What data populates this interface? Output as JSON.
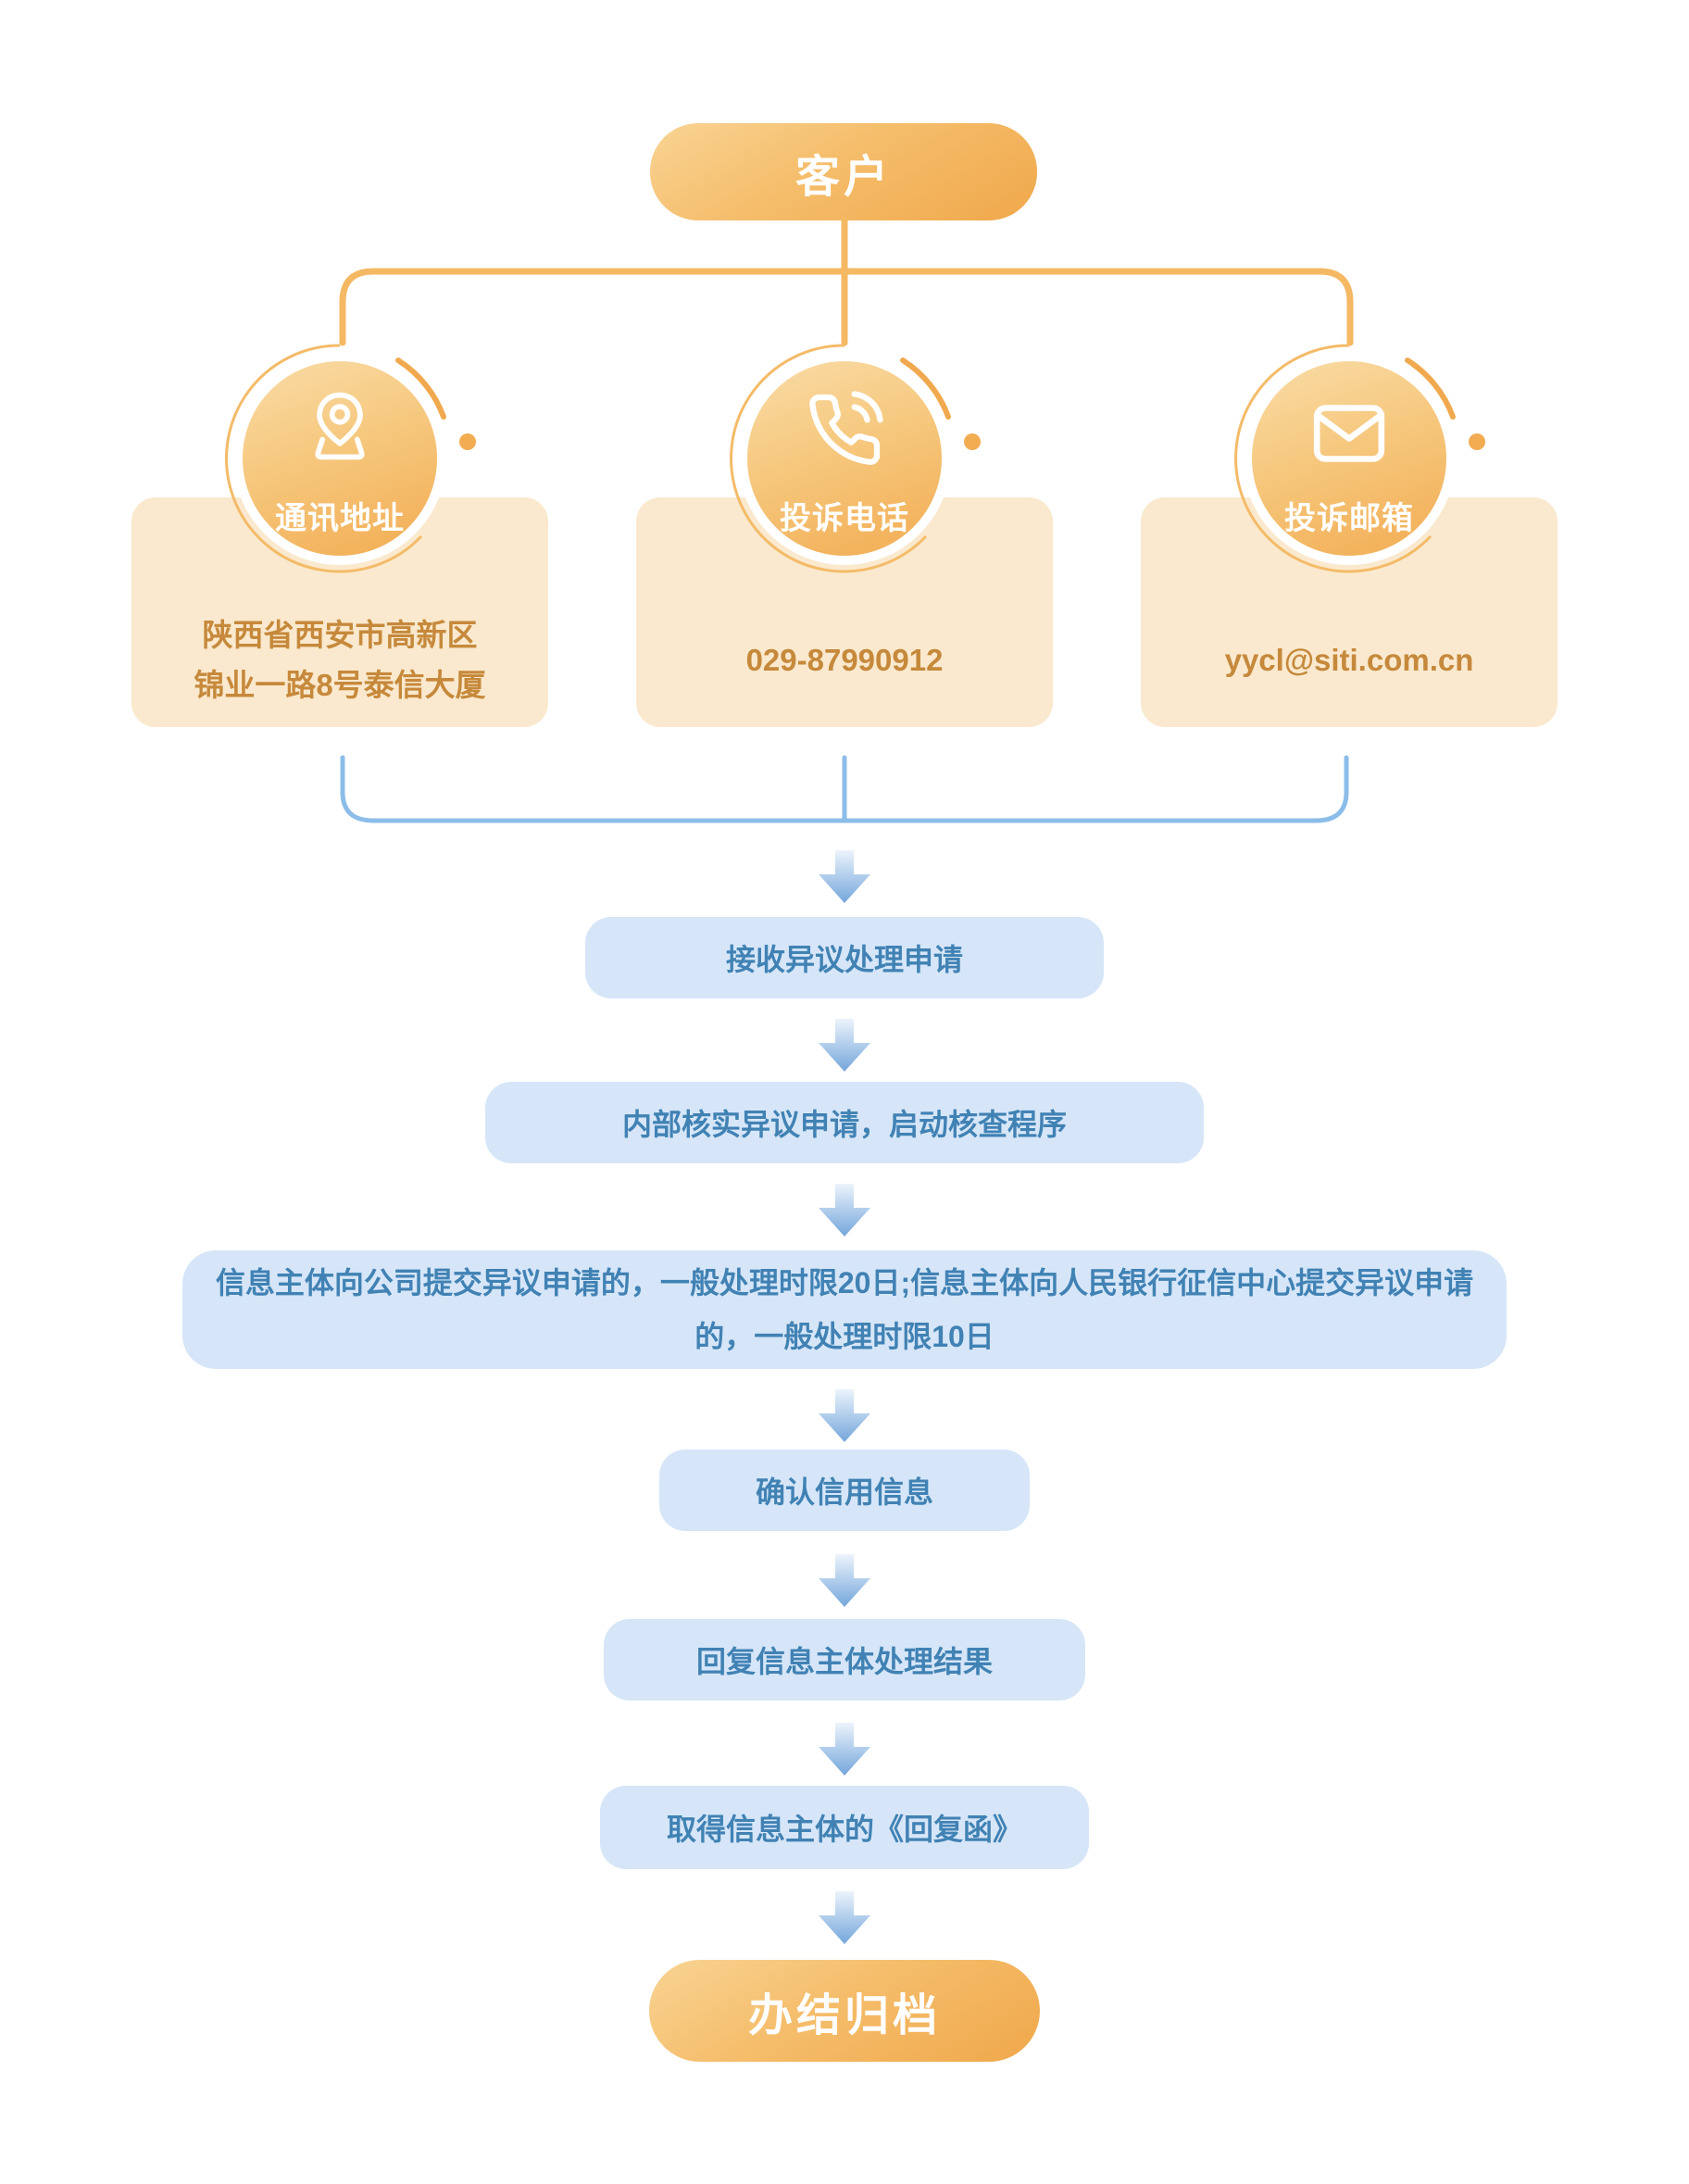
{
  "flow": {
    "start": {
      "label": "客户"
    },
    "channels": [
      {
        "label": "通讯地址",
        "icon": "location-pin-icon",
        "lines": [
          "陕西省西安市高新区",
          "锦业一路8号泰信大厦"
        ]
      },
      {
        "label": "投诉电话",
        "icon": "phone-icon",
        "lines": [
          "029-87990912"
        ]
      },
      {
        "label": "投诉邮箱",
        "icon": "mail-icon",
        "lines": [
          "yycl@siti.com.cn"
        ]
      }
    ],
    "steps": [
      "接收异议处理申请",
      "内部核实异议申请，启动核查程序",
      "信息主体向公司提交异议申请的，一般处理时限20日;信息主体向人民银行征信中心提交异议申请的，一般处理时限10日",
      "确认信用信息",
      "回复信息主体处理结果",
      "取得信息主体的《回复函》"
    ],
    "end": {
      "label": "办结归档"
    },
    "colors": {
      "pill_gradient_start": "#F9D494",
      "pill_gradient_end": "#F0A84B",
      "badge_gradient_start": "#F9DCA7",
      "badge_gradient_end": "#F2AC52",
      "card_bg": "#FAE9CE",
      "card_text": "#C6893B",
      "step_bg": "#D6E6F8",
      "step_text": "#4182B4",
      "connector_orange": "#F5B863",
      "connector_blue": "#8CBDE9",
      "arrow_gradient_start": "#ECF4FC",
      "arrow_gradient_end": "#74A6DB"
    }
  }
}
